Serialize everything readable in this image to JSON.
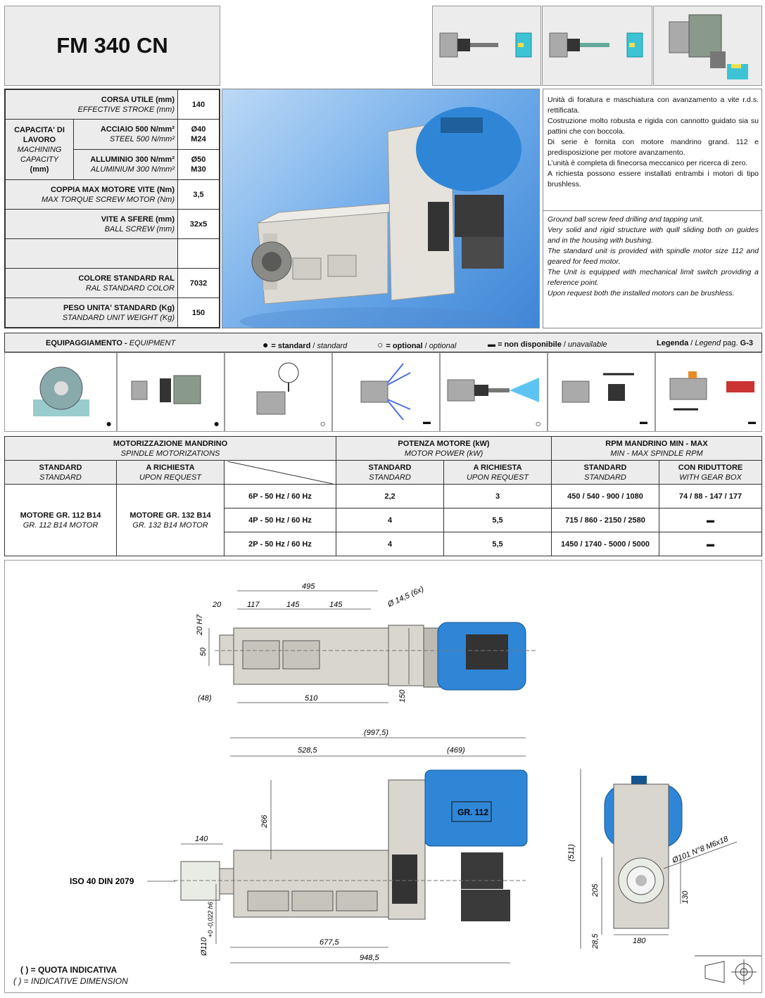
{
  "title": "FM 340 CN",
  "specs": {
    "stroke": {
      "it": "CORSA UTILE (mm)",
      "en": "EFFECTIVE STROKE (mm)",
      "value": "140"
    },
    "capacity": {
      "it1": "CAPACITA' DI",
      "it2": "LAVORO",
      "en1": "MACHINING",
      "en2": "CAPACITY",
      "unit": "(mm)",
      "steel": {
        "it": "ACCIAIO 500 N/mm²",
        "en": "STEEL 500 N/mm²",
        "v1": "Ø40",
        "v2": "M24"
      },
      "alu": {
        "it": "ALLUMINIO 300 N/mm²",
        "en": "ALUMINIUM 300 N/mm²",
        "v1": "Ø50",
        "v2": "M30"
      }
    },
    "torque": {
      "it": "COPPIA MAX MOTORE VITE (Nm)",
      "en": "MAX TORQUE SCREW MOTOR (Nm)",
      "value": "3,5"
    },
    "screw": {
      "it": "VITE A SFERE (mm)",
      "en": "BALL SCREW (mm)",
      "value": "32x5"
    },
    "color": {
      "it": "COLORE STANDARD RAL",
      "en": "RAL STANDARD COLOR",
      "value": "7032"
    },
    "weight": {
      "it": "PESO UNITA' STANDARD (Kg)",
      "en": "STANDARD UNIT WEIGHT (Kg)",
      "value": "150"
    }
  },
  "description": {
    "it": "Unità di foratura e maschiatura con avanzamento a vite r.d.s. rettificata.\nCostruzione molto robusta e rigida con cannotto guidato sia su pattini che con boccola.\nDi serie è fornita con motore mandrino grand. 112 e predisposizione per motore avanzamento.\nL’unità è completa di finecorsa meccanico per ricerca di zero.\nA richiesta possono essere installati entrambi i motori di tipo brushless.",
    "en": "Ground ball screw feed drilling and tapping unit.\nVery solid and rigid structure with quill sliding both on guides and in the housing with bushing.\nThe standard unit is provided with spindle motor size 112 and geared for feed motor.\nThe Unit is equipped with mechanical limit switch providing a reference point.\nUpon request both the installed motors can be brushless."
  },
  "equipment": {
    "title_it": "EQUIPAGGIAMENTO -",
    "title_en": "EQUIPMENT",
    "std_it": "= standard",
    "std_en": "standard",
    "opt_it": "= optional",
    "opt_en": "optional",
    "na_it": "= non disponibile",
    "na_en": "unavailable",
    "legend_it": "Legenda",
    "legend_en": "Legend",
    "legend_page": "pag.",
    "legend_ref": "G-3",
    "marks": [
      "●",
      "●",
      "○",
      "▬",
      "○",
      "▬",
      "▬"
    ]
  },
  "motor_table": {
    "h1_it": "MOTORIZZAZIONE MANDRINO",
    "h1_en": "SPINDLE MOTORIZATIONS",
    "h2_it": "POTENZA MOTORE (kW)",
    "h2_en": "MOTOR POWER (kW)",
    "h3_it": "RPM MANDRINO MIN - MAX",
    "h3_en": "MIN - MAX SPINDLE RPM",
    "std_it": "STANDARD",
    "std_en": "STANDARD",
    "req_it": "A RICHIESTA",
    "req_en": "UPON REQUEST",
    "gear_it": "CON RIDUTTORE",
    "gear_en": "WITH GEAR BOX",
    "motor_std_it": "MOTORE  GR. 112  B14",
    "motor_std_en": "GR. 112  B14  MOTOR",
    "motor_req_it": "MOTORE  GR. 132  B14",
    "motor_req_en": "GR. 132  B14  MOTOR",
    "rows": [
      {
        "poles": "6P - 50 Hz / 60 Hz",
        "p_std": "2,2",
        "p_req": "3",
        "rpm": "450 / 540 - 900 / 1080",
        "gear": "74 / 88 - 147 / 177"
      },
      {
        "poles": "4P - 50 Hz / 60 Hz",
        "p_std": "4",
        "p_req": "5,5",
        "rpm": "715 / 860 - 2150 / 2580",
        "gear": "▬"
      },
      {
        "poles": "2P - 50 Hz / 60 Hz",
        "p_std": "4",
        "p_req": "5,5",
        "rpm": "1450 / 1740 - 5000 / 5000",
        "gear": "▬"
      }
    ]
  },
  "drawing": {
    "d495": "495",
    "d20": "20",
    "d117": "117",
    "d145a": "145",
    "d145b": "145",
    "holes": "Ø 14,5 (6x)",
    "d20h7": "20 H7",
    "d50": "50",
    "d48": "(48)",
    "d510": "510",
    "d150": "150",
    "d997": "(997,5)",
    "d528": "528,5",
    "d469": "(469)",
    "d266": "266",
    "d140": "140",
    "motor_label": "GR. 112",
    "iso": "ISO 40 DIN 2079",
    "d110": "Ø110",
    "tol": "+0 -0,022 h6",
    "d677": "677,5",
    "d948": "948,5",
    "d511": "(511)",
    "d205": "205",
    "d130": "130",
    "d285": "28,5",
    "d180": "180",
    "flange": "Ø101 N°8 M6x18"
  },
  "footnote": {
    "it": "( ) = QUOTA INDICATIVA",
    "en": "( ) = INDICATIVE DIMENSION"
  },
  "colors": {
    "motor_blue": "#2f86d6",
    "body_grey": "#d9d6cf",
    "photo_bg": "#6aa8e8"
  }
}
